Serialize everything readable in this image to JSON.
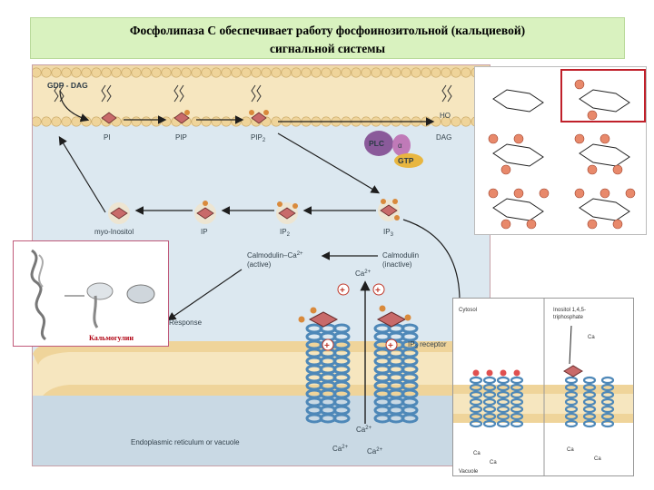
{
  "title": {
    "line1": "Фосфолипаза С обеспечивает  работу фосфоинозитольной (кальциевой)",
    "line2": "сигнальной системы"
  },
  "membrane": {
    "gdp_dag": "GDP - DAG",
    "pi": "PI",
    "pip": "PIP",
    "pip2": "PIP",
    "pip2_sub": "2",
    "dag": "DAG",
    "ho": "HO",
    "plc": "PLC",
    "alpha": "α",
    "gtp": "GTP"
  },
  "cytosol": {
    "myo_inositol": "myo-Inositol",
    "ip": "IP",
    "ip2": "IP",
    "ip2_sub": "2",
    "ip3": "IP",
    "ip3_sub": "3",
    "calmodulin_active": "Calmodulin–Ca",
    "calmodulin_active_sup": "2+",
    "active_label": "(active)",
    "calmodulin_inactive": "Calmodulin",
    "inactive_label": "(inactive)",
    "ca_top": "Ca",
    "response": "Response",
    "ip3_receptor": "IP",
    "ip3_receptor_sub": "3",
    "ip3_receptor_suffix": " receptor",
    "er_label": "Endoplasmic reticulum or vacuole",
    "ca_er_1": "Ca",
    "ca_er_2": "Ca",
    "ca_er_3": "Ca",
    "sup2": "2+"
  },
  "calmodulin_inset": {
    "caption": "Кальмогулин"
  },
  "vacuole_inset": {
    "cytosol": "Cytosol",
    "inositol_label_1": "Inositol 1,4,5-",
    "inositol_label_2": "triphosphate",
    "vacuole": "Vacuole",
    "ca_labels": [
      "Ca",
      "Ca",
      "Ca",
      "Ca",
      "Ca"
    ]
  },
  "colors": {
    "membrane_head": "#efd49a",
    "membrane_tail": "#f3e3b8",
    "cytosol_bg": "#dce8f0",
    "er_bg": "#c9d9e4",
    "arrow": "#1e1e1e",
    "helix": "#4e88b8",
    "inositol_ring": "#c86a6a",
    "phosphate": "#d98a3c",
    "plc": "#8a5a9a",
    "gtp": "#e8b640"
  }
}
